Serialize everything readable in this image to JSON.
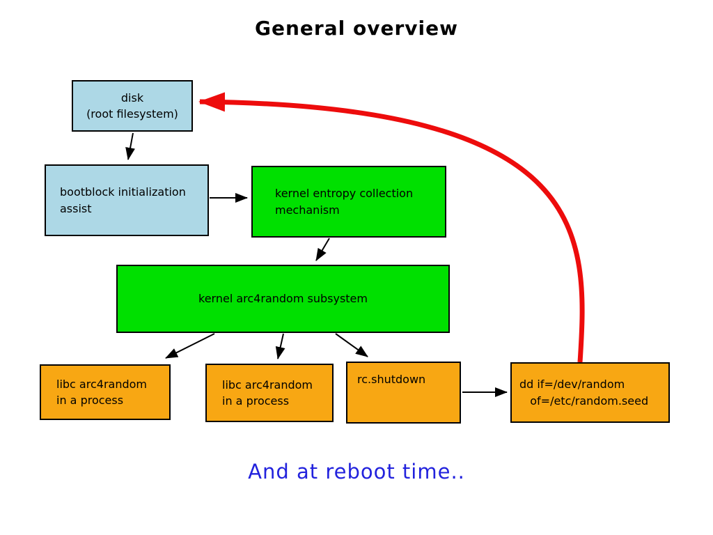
{
  "title": "General overview",
  "footer": "And at reboot time..",
  "colors": {
    "box_blue": "#ADD8E6",
    "box_green": "#00E000",
    "box_orange": "#F8A713",
    "arrow_black": "#000000",
    "arrow_red": "#ED0C0C",
    "footer_blue": "#2222DD"
  },
  "nodes": {
    "disk": "disk\n(root filesystem)",
    "bootblock": "bootblock initialization\nassist",
    "entropy": "kernel entropy collection\nmechanism",
    "arc4random": "kernel arc4random subsystem",
    "libc1": "libc arc4random\nin a process",
    "libc2": "libc arc4random\nin a process",
    "rc_shutdown": "rc.shutdown",
    "dd": "dd if=/dev/random\n   of=/etc/random.seed"
  }
}
